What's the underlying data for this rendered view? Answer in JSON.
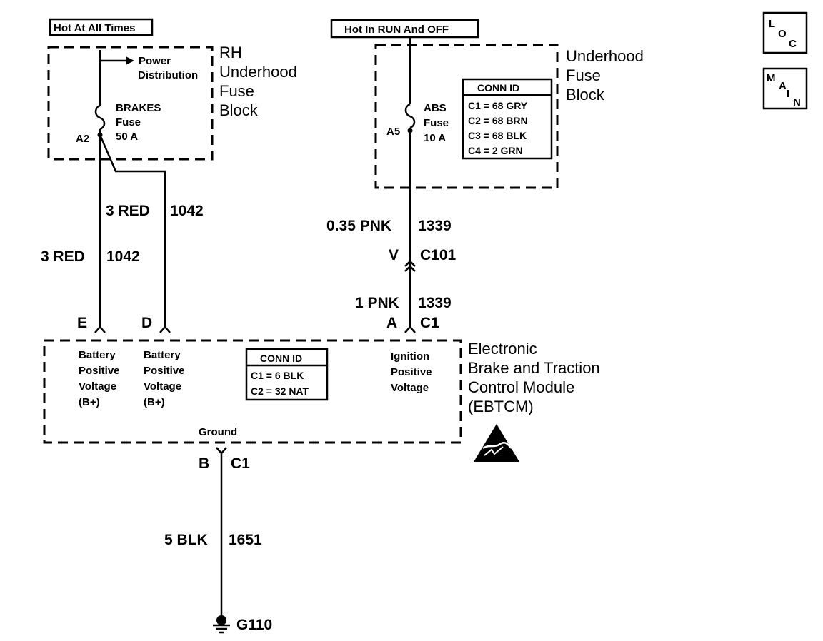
{
  "headers": {
    "hot_at_all_times": "Hot At All Times",
    "hot_in_run": "Hot In RUN And OFF"
  },
  "rh_fuse_block": {
    "title": [
      "RH",
      "Underhood",
      "Fuse",
      "Block"
    ],
    "power_dist": [
      "Power",
      "Distribution"
    ],
    "fuse": [
      "BRAKES",
      "Fuse",
      "50 A"
    ],
    "terminal": "A2"
  },
  "underhood_fuse_block": {
    "title": [
      "Underhood",
      "Fuse",
      "Block"
    ],
    "fuse": [
      "ABS",
      "Fuse",
      "10 A"
    ],
    "terminal": "A5",
    "conn_id_title": "CONN ID",
    "conn_ids": [
      "C1 = 68 GRY",
      "C2 = 68 BRN",
      "C3 = 68 BLK",
      "C4 = 2 GRN"
    ]
  },
  "wires": {
    "w1_color": "3 RED",
    "w1_circuit": "1042",
    "w2_color": "3 RED",
    "w2_circuit": "1042",
    "w3_color": "0.35 PNK",
    "w3_circuit": "1339",
    "w4_color": "1 PNK",
    "w4_circuit": "1339",
    "w5_color": "5 BLK",
    "w5_circuit": "1651"
  },
  "connectors": {
    "c101_pin": "V",
    "c101": "C101",
    "pin_e": "E",
    "pin_d": "D",
    "pin_a": "A",
    "c1_a": "C1",
    "pin_b": "B",
    "c1_b": "C1"
  },
  "ebtcm": {
    "title": [
      "Electronic",
      "Brake and Traction",
      "Control Module",
      "(EBTCM)"
    ],
    "input1": [
      "Battery",
      "Positive",
      "Voltage",
      "(B+)"
    ],
    "input2": [
      "Battery",
      "Positive",
      "Voltage",
      "(B+)"
    ],
    "input3": [
      "Ignition",
      "Positive",
      "Voltage"
    ],
    "conn_id_title": "CONN ID",
    "conn_ids": [
      "C1 = 6 BLK",
      "C2 = 32 NAT"
    ],
    "ground_label": "Ground"
  },
  "ground": {
    "label": "G110"
  },
  "nav": {
    "loc": [
      "L",
      "O",
      "C"
    ],
    "main": [
      "M",
      "A",
      "I",
      "N"
    ]
  }
}
